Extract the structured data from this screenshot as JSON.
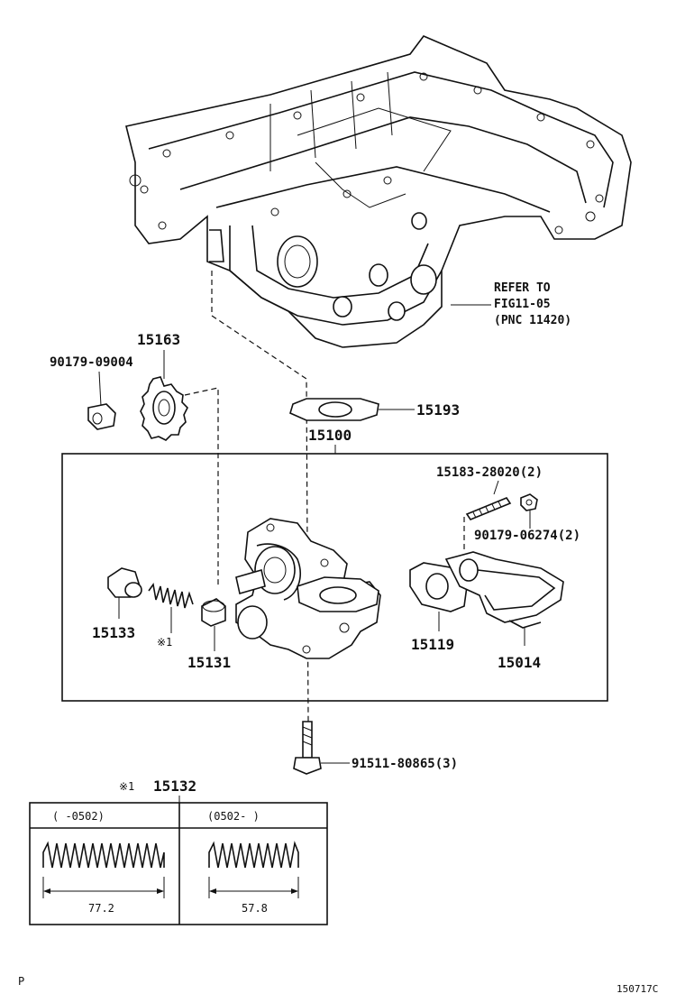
{
  "labels": {
    "part_15163": "15163",
    "part_90179_09004": "90179-09004",
    "part_15193": "15193",
    "part_15100": "15100",
    "part_15183": "15183-28020(2)",
    "part_90179_06274": "90179-06274(2)",
    "part_15133": "15133",
    "part_15131": "15131",
    "part_15119": "15119",
    "part_15014": "15014",
    "note_mark_1": "※1",
    "part_91511": "91511-80865(3)",
    "part_15132_mark": "※1",
    "part_15132": "15132"
  },
  "reference": {
    "line1": "REFER TO",
    "line2": "FIG11-05",
    "line3": "(PNC 11420)"
  },
  "spring_table": {
    "col1_header": "(   -0502)",
    "col2_header": "(0502-    )",
    "col1_value": "77.2",
    "col2_value": "57.8"
  },
  "corner": {
    "left_mark": "P",
    "figure_code": "150717C"
  }
}
